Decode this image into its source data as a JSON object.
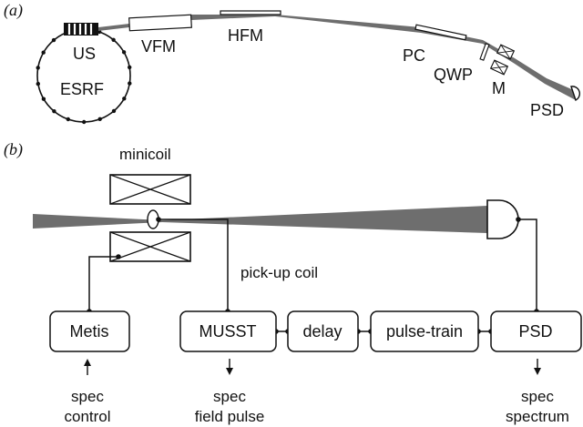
{
  "panel_a": {
    "tag": "(a)",
    "labels": {
      "us": "US",
      "esrf": "ESRF",
      "vfm": "VFM",
      "hfm": "HFM",
      "pc": "PC",
      "qwp": "QWP",
      "m": "M",
      "psd": "PSD"
    }
  },
  "panel_b": {
    "tag": "(b)",
    "minicoil": "minicoil",
    "pickup_coil": "pick-up coil",
    "boxes": {
      "metis": "Metis",
      "musst": "MUSST",
      "delay": "delay",
      "pulse_train": "pulse-train",
      "psd": "PSD"
    },
    "spec": {
      "metis_line1": "spec",
      "metis_line2": "control",
      "musst_line1": "spec",
      "musst_line2": "field pulse",
      "psd_line1": "spec",
      "psd_line2": "spectrum"
    }
  },
  "colors": {
    "ink": "#111111",
    "beam": "#6e6e6e",
    "background": "#ffffff"
  }
}
